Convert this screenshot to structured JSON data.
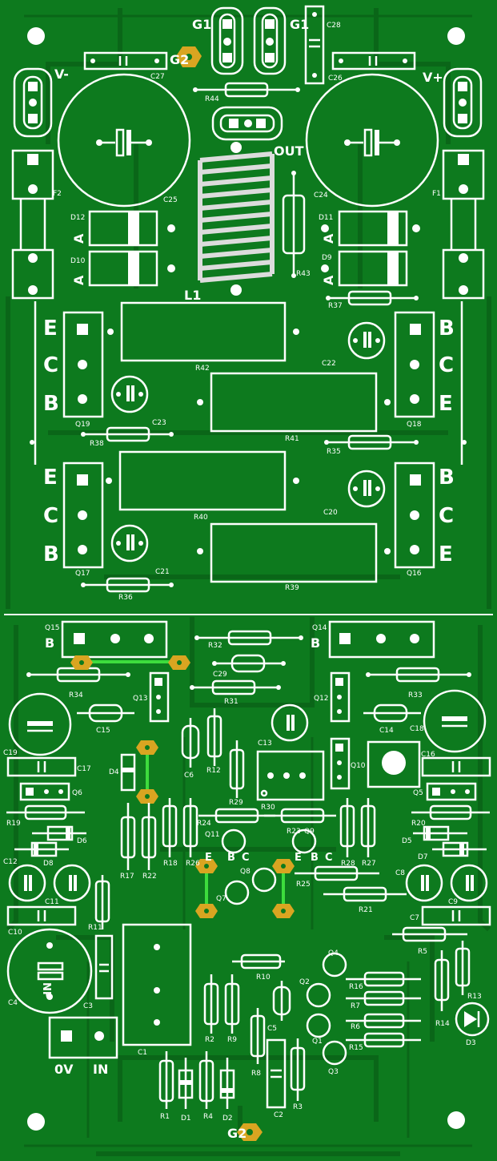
{
  "labels": {
    "g1_left": "G1",
    "g1_right": "G1",
    "g2_top": "G2",
    "g2_bottom": "G2",
    "v_minus": "V-",
    "v_plus": "V+",
    "out": "OUT",
    "l1": "L1",
    "zero_v": "0V",
    "input": "IN"
  },
  "pins": {
    "ecb": [
      "E",
      "C",
      "B"
    ],
    "bce": [
      "B",
      "C",
      "E"
    ],
    "b": "B",
    "a": "A",
    "ebc": [
      "E",
      "B",
      "C"
    ],
    "np": "NP"
  },
  "components": {
    "c28": "C28",
    "c27": "C27",
    "c26": "C26",
    "r44": "R44",
    "c25": "C25",
    "c24": "C24",
    "f1": "F1",
    "f2": "F2",
    "d12": "D12",
    "d11": "D11",
    "d10": "D10",
    "d9": "D9",
    "r43": "R43",
    "r37": "R37",
    "r42": "R42",
    "c22": "C22",
    "q19": "Q19",
    "q18": "Q18",
    "r41": "R41",
    "c23": "C23",
    "r38": "R38",
    "r35": "R35",
    "r40": "R40",
    "c20": "C20",
    "q17": "Q17",
    "q16": "Q16",
    "r39": "R39",
    "c21": "C21",
    "r36": "R36",
    "q15": "Q15",
    "q14": "Q14",
    "r32": "R32",
    "c29": "C29",
    "r34": "R34",
    "r31": "R31",
    "r33": "R33",
    "q13": "Q13",
    "q12": "Q12",
    "c15": "C15",
    "c14": "C14",
    "c18": "C18",
    "c13": "C13",
    "c6": "C6",
    "r12": "R12",
    "d4": "D4",
    "c19": "C19",
    "c17": "C17",
    "q10": "Q10",
    "c16": "C16",
    "q6": "Q6",
    "q5": "Q5",
    "r29": "R29",
    "r30": "R30",
    "r19": "R19",
    "r20": "R20",
    "r24": "R24",
    "r23": "R23",
    "d6": "D6",
    "d5": "D5",
    "q11": "Q11",
    "q9": "Q9",
    "c12": "C12",
    "d8": "D8",
    "d7": "D7",
    "r17": "R17",
    "r22": "R22",
    "r18": "R18",
    "r26": "R26",
    "r28": "R28",
    "r27": "R27",
    "q8": "Q8",
    "c8": "C8",
    "c11": "C11",
    "c9": "C9",
    "q7": "Q7",
    "r25": "R25",
    "r21": "R21",
    "c10": "C10",
    "r11": "R11",
    "c7": "C7",
    "r5": "R5",
    "c4": "C4",
    "c3": "C3",
    "r10": "R10",
    "q4": "Q4",
    "q2": "Q2",
    "r16": "R16",
    "r7": "R7",
    "r13": "R13",
    "r14": "R14",
    "r2": "R2",
    "r9": "R9",
    "c5": "C5",
    "r6": "R6",
    "r15": "R15",
    "d3": "D3",
    "c1": "C1",
    "r8": "R8",
    "q1": "Q1",
    "q3": "Q3",
    "r1": "R1",
    "d1": "D1",
    "r4": "R4",
    "d2": "D2",
    "c2": "C2",
    "r3": "R3"
  },
  "colors": {
    "board": "#0d7a1e",
    "copper_pour_edge": "#0a6618",
    "silkscreen": "#ffffff",
    "pad_gold": "#d9a521",
    "jumper": "#3ddc3d"
  }
}
